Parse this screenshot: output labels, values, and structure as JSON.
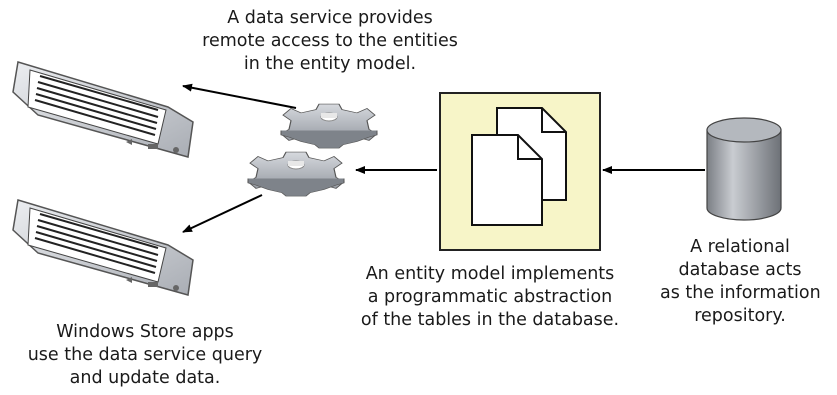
{
  "captions": {
    "data_service": [
      "A data service provides",
      "remote access to the entities",
      "in the entity model."
    ],
    "entity_model": [
      "An entity model implements",
      "a programmatic abstraction",
      "of the tables in the database."
    ],
    "database": [
      "A relational",
      "database acts",
      "as the information",
      "repository."
    ],
    "apps": [
      "Windows Store apps",
      "use the data service query",
      "and update data."
    ]
  },
  "colors": {
    "entity_box_fill": "#f7f5c8",
    "gear_fill": "#b8bcc4",
    "device_fill": "#d4d7dc",
    "db_fill": "#9ea2a8",
    "arrow": "#000000"
  },
  "icons": [
    "tablet-device-icon",
    "gear-icon",
    "document-icon",
    "database-cylinder-icon"
  ]
}
